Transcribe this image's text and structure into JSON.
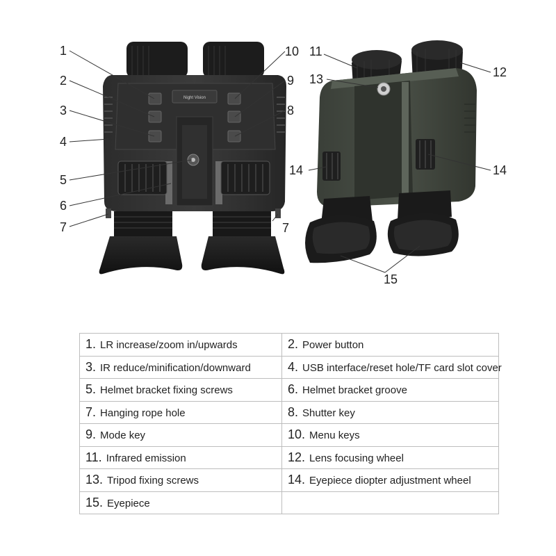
{
  "device": {
    "front_label": "Night Vision"
  },
  "callouts": [
    {
      "id": "1",
      "text": "1"
    },
    {
      "id": "2",
      "text": "2"
    },
    {
      "id": "3",
      "text": "3"
    },
    {
      "id": "4",
      "text": "4"
    },
    {
      "id": "5",
      "text": "5"
    },
    {
      "id": "6",
      "text": "6"
    },
    {
      "id": "7a",
      "text": "7"
    },
    {
      "id": "7b",
      "text": "7"
    },
    {
      "id": "8",
      "text": "8"
    },
    {
      "id": "9",
      "text": "9"
    },
    {
      "id": "10",
      "text": "10"
    },
    {
      "id": "11",
      "text": "11"
    },
    {
      "id": "12",
      "text": "12"
    },
    {
      "id": "13",
      "text": "13"
    },
    {
      "id": "14a",
      "text": "14"
    },
    {
      "id": "14b",
      "text": "14"
    },
    {
      "id": "15",
      "text": "15"
    }
  ],
  "parts": [
    {
      "num": "1.",
      "label": "LR  increase/zoom in/upwards"
    },
    {
      "num": "2.",
      "label": "Power button"
    },
    {
      "num": "3.",
      "label": "IR  reduce/minification/downward"
    },
    {
      "num": "4.",
      "label": "USB interface/reset hole/TF card slot cover"
    },
    {
      "num": "5.",
      "label": "Helmet bracket fixing screws"
    },
    {
      "num": "6.",
      "label": "Helmet bracket groove"
    },
    {
      "num": "7.",
      "label": "Hanging rope hole"
    },
    {
      "num": "8.",
      "label": "Shutter key"
    },
    {
      "num": "9.",
      "label": "Mode key"
    },
    {
      "num": "10.",
      "label": "Menu keys"
    },
    {
      "num": "11.",
      "label": "Infrared emission"
    },
    {
      "num": "12.",
      "label": "Lens focusing wheel"
    },
    {
      "num": "13.",
      "label": "Tripod fixing screws"
    },
    {
      "num": "14.",
      "label": "Eyepiece diopter adjustment wheel"
    },
    {
      "num": "15.",
      "label": "Eyepiece"
    },
    {
      "num": "",
      "label": ""
    }
  ]
}
